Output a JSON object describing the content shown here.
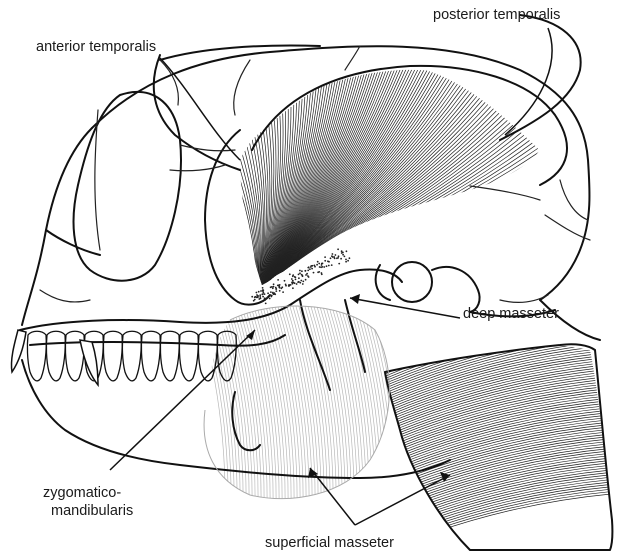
{
  "labels": {
    "anterior_temporalis": "anterior temporalis",
    "posterior_temporalis": "posterior temporalis",
    "deep_masseter": "deep masseter",
    "zygomatico_line1": "zygomatico-",
    "zygomatico_line2": "mandibularis",
    "superficial_masseter": "superficial masseter"
  },
  "colors": {
    "ink": "#111111",
    "muscle_fibers_dark": "#222222",
    "muscle_fibers_light": "#b8b8b8",
    "background": "#ffffff"
  }
}
